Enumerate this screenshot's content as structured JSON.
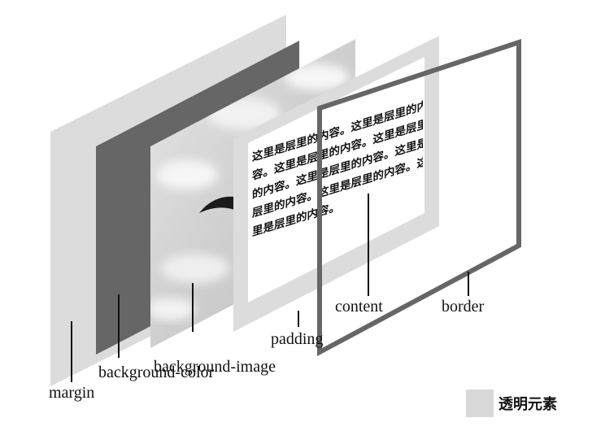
{
  "labels": {
    "margin": "margin",
    "background_color": "background-color",
    "background_image": "background-image",
    "padding": "padding",
    "content": "content",
    "border": "border"
  },
  "content_text_lines": [
    "这里是层里的内容。这里是层里的内",
    "容。这里是层里的内容。这里是层里",
    "的内容。这里是层里的内容。这里是",
    "层里的内容。这里是层里的内容。这",
    "里是层里的内容。"
  ],
  "legend": {
    "label": "透明元素",
    "swatch_color": "#d9d9d9"
  },
  "colors": {
    "margin_layer": "#dcdcdc",
    "background_color_layer": "#666666",
    "padding_layer": "#dcdcdc",
    "border_stroke": "#666666"
  },
  "icons": {
    "bird": "bird-silhouette-icon",
    "clouds": "sky-clouds-image"
  }
}
